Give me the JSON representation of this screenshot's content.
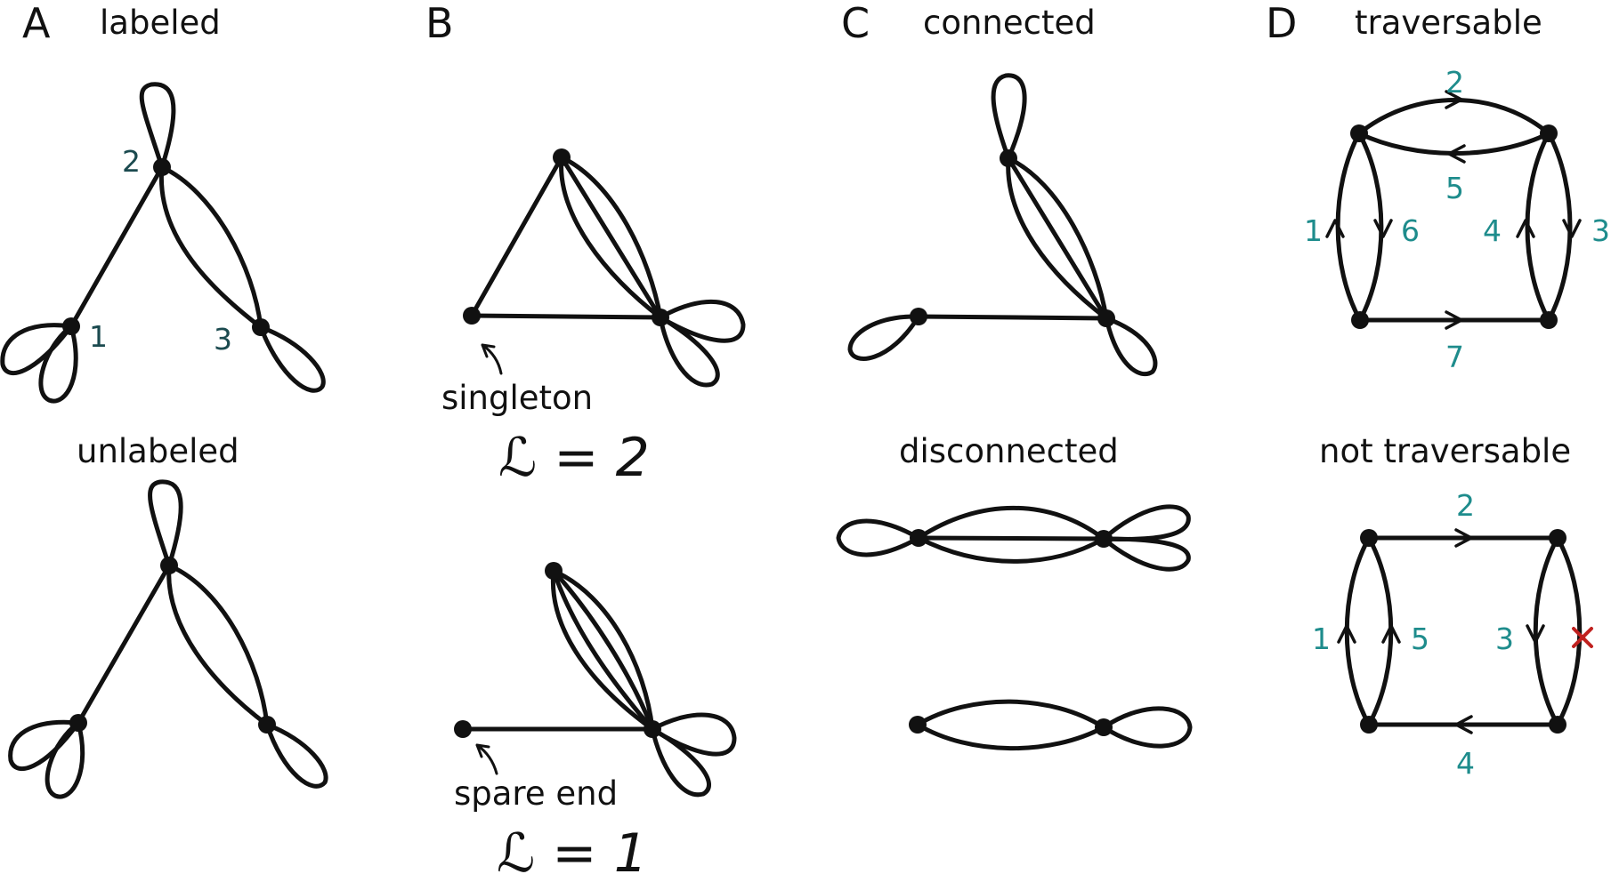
{
  "panels": {
    "A": {
      "letter": "A",
      "top_title": "labeled",
      "bottom_title": "unlabeled",
      "vertex_labels": [
        "2",
        "1",
        "3"
      ]
    },
    "B": {
      "letter": "B",
      "singleton_note": "singleton",
      "formula_top": "ℒ = 2",
      "spare_note": "spare end",
      "formula_bottom": "ℒ = 1"
    },
    "C": {
      "letter": "C",
      "top_title": "connected",
      "bottom_title": "disconnected"
    },
    "D": {
      "letter": "D",
      "top_title": "traversable",
      "bottom_title": "not traversable",
      "top_edge_labels": [
        "1",
        "2",
        "3",
        "4",
        "5",
        "6",
        "7"
      ],
      "bottom_edge_labels": [
        "1",
        "2",
        "3",
        "4",
        "5"
      ],
      "blocked_marker": "cross-icon"
    }
  },
  "colors": {
    "ink": "#111111",
    "edge_label": "#1e8c8c",
    "vertex_label": "#1b4a4f",
    "blocked": "#c0211f"
  }
}
